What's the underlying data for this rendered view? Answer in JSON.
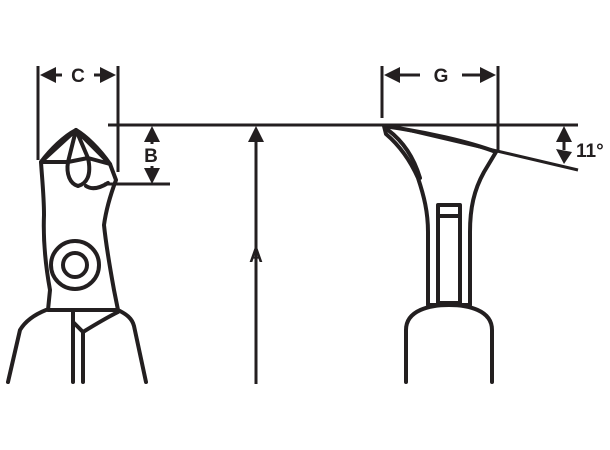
{
  "diagram": {
    "labels": {
      "a": "A",
      "b": "B",
      "c": "C",
      "g": "G",
      "angle": "11°"
    },
    "colors": {
      "ink": "#231f20",
      "paper": "#ffffff"
    }
  }
}
